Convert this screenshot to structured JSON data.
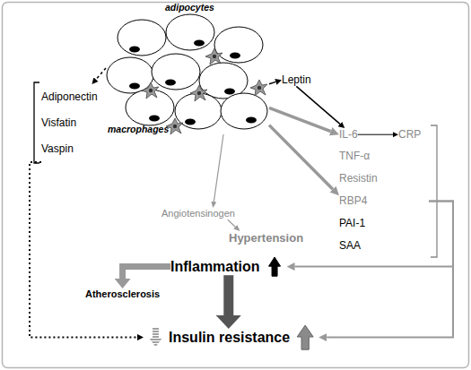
{
  "diagram": {
    "nodes": [
      {
        "text": [
          "adipocytes",
          "macrophages"
        ]
      },
      {
        "text": [
          "Leptin"
        ]
      },
      {
        "text": [
          "Adiponectin",
          "Visfatin",
          "Vaspin"
        ]
      },
      {
        "text": [
          "IL-6"
        ]
      },
      {
        "text": [
          "CRP"
        ]
      },
      {
        "text": [
          "TNF-α",
          "Resistin",
          "RBP4",
          "PAI-1",
          "SAA"
        ]
      },
      {
        "text": [
          "Angiotensinogen"
        ]
      },
      {
        "text": [
          "Hypertension"
        ]
      },
      {
        "text": [
          "Inflammation"
        ]
      },
      {
        "text": [
          "Atherosclerosis"
        ]
      },
      {
        "text": [
          "Insulin resistance"
        ]
      }
    ],
    "edges": [
      {
        "from": 0,
        "to": 1,
        "arrow": "to"
      },
      {
        "from": 0,
        "to": 2,
        "arrow": "to"
      },
      {
        "from": 1,
        "to": 3,
        "arrow": "to"
      },
      {
        "from": 0,
        "to": 3,
        "arrow": "to"
      },
      {
        "from": 0,
        "to": 5,
        "arrow": "to"
      },
      {
        "from": 0,
        "to": 6,
        "arrow": "to"
      },
      {
        "from": 6,
        "to": 7,
        "arrow": "to"
      },
      {
        "from": 3,
        "to": 4,
        "arrow": "to"
      },
      {
        "from": 5,
        "to": 8,
        "arrow": "to"
      },
      {
        "from": 5,
        "to": 10,
        "arrow": "to"
      },
      {
        "from": 8,
        "to": 9,
        "arrow": "to"
      },
      {
        "from": 8,
        "to": 10,
        "arrow": "to"
      },
      {
        "from": 2,
        "to": 10,
        "arrow": "to"
      }
    ]
  }
}
